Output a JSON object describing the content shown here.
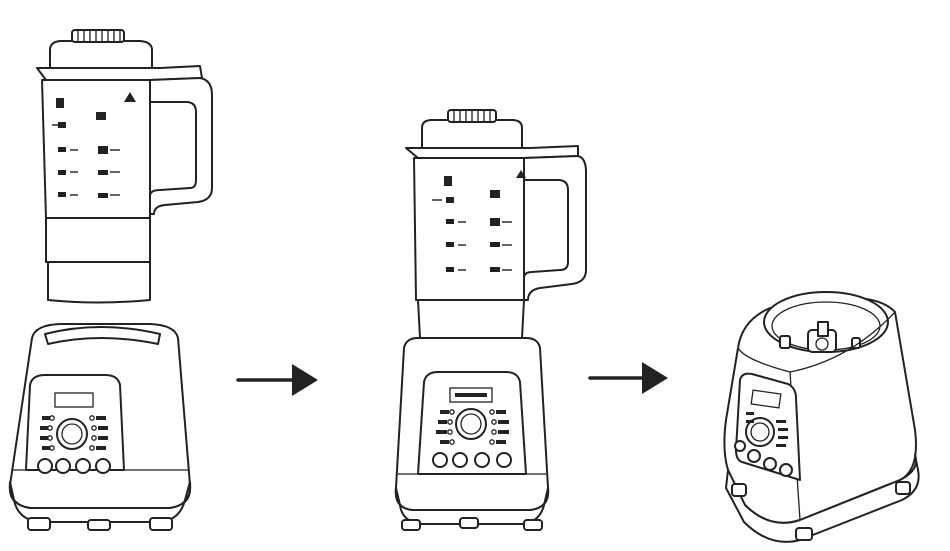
{
  "diagram": {
    "steps": [
      {
        "name": "separated",
        "description": ""
      },
      {
        "name": "assembled",
        "description": ""
      },
      {
        "name": "base-only",
        "description": ""
      }
    ],
    "colors": {
      "line": "#222222",
      "background": "#ffffff"
    },
    "icons": [
      "arrow-right-icon",
      "arrow-right-icon"
    ]
  }
}
